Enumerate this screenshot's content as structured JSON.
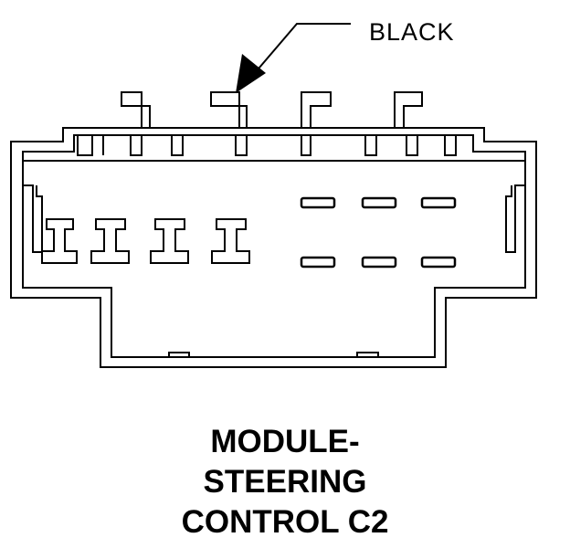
{
  "callout": {
    "label": "BLACK"
  },
  "title": {
    "line1": "MODULE-",
    "line2": "STEERING",
    "line3": "CONTROL C2"
  },
  "icons": {
    "callout_arrow": "arrow-down-left-icon",
    "connector": "connector-face-icon"
  },
  "colors": {
    "stroke": "#000000",
    "background": "#ffffff"
  }
}
